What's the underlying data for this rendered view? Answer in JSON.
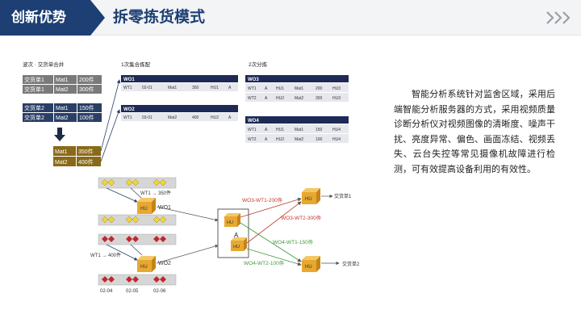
{
  "header": {
    "section_tab": "创新优势",
    "title": "拆零拣货模式",
    "more_icon": "triple-chevron-right-icon"
  },
  "colors": {
    "brand_navy": "#1d3f73",
    "order_gray": "#7a7a7a",
    "order_blue": "#2a3f66",
    "merged_olive": "#8a6a18",
    "flow_red": "#c0392b",
    "flow_green": "#3f9b3f",
    "hu_box": "#e8a830",
    "tote_yellow": "#f2d33a",
    "tote_red": "#c0282e"
  },
  "diagram": {
    "section_labels": {
      "wave": "波次 · 交货单合并",
      "pick1": "1次集合拣配",
      "pick2": "2次分拣"
    },
    "order_lines_1": [
      [
        "交货单1",
        "Mat1",
        "200件"
      ],
      [
        "交货单1",
        "Mat2",
        "300件"
      ]
    ],
    "order_lines_2": [
      [
        "交货单2",
        "Mat1",
        "150件"
      ],
      [
        "交货单2",
        "Mat2",
        "100件"
      ]
    ],
    "merged_lines": [
      [
        "Mat1",
        "350件"
      ],
      [
        "Mat2",
        "400件"
      ]
    ],
    "wo_tables": [
      {
        "name": "WO1",
        "row": [
          "WT1",
          "02-01",
          "Mat1",
          "350",
          "HU1",
          "A"
        ]
      },
      {
        "name": "WO2",
        "row": [
          "WT1",
          "03-01",
          "Mat2",
          "400",
          "HU2",
          "A"
        ]
      }
    ],
    "wo_tables_2": [
      {
        "name": "WO3",
        "rows": [
          [
            "WT1",
            "A",
            "HU1",
            "Mat1",
            "200",
            "HU3"
          ],
          [
            "WT2",
            "A",
            "HU2",
            "Mat2",
            "300",
            "HU3"
          ]
        ]
      },
      {
        "name": "WO4",
        "rows": [
          [
            "WT1",
            "A",
            "HU1",
            "Mat1",
            "150",
            "HU4"
          ],
          [
            "WT2",
            "A",
            "HU2",
            "Mat2",
            "100",
            "HU4"
          ]
        ]
      }
    ],
    "flow": {
      "hu_label": "HU",
      "wo1": "WO1",
      "wo2": "WO2",
      "a_label": "A",
      "wt_top": "WT1 → 350件",
      "wt_bottom": "WT1 → 400件",
      "wo3_wt1": "WO3-WT1-200件",
      "wo3_wt2": "WO3-WT2-300件",
      "wo4_wt1": "WO4-WT1-150件",
      "wo4_wt2": "WO4-WT2-100件",
      "delivery1": "交货单1",
      "delivery2": "交货单2",
      "bin_labels": [
        "02-04",
        "02-05",
        "02-06"
      ]
    }
  },
  "description": "智能分析系统针对监舍区域，采用后端智能分析服务器的方式，采用视频质量诊断分析仪对视频图像的清晰度、噪声干扰、亮度异常、偏色、画面冻结、视频丢失、云台失控等常见摄像机故障进行检测，可有效提高设备利用的有效性。"
}
